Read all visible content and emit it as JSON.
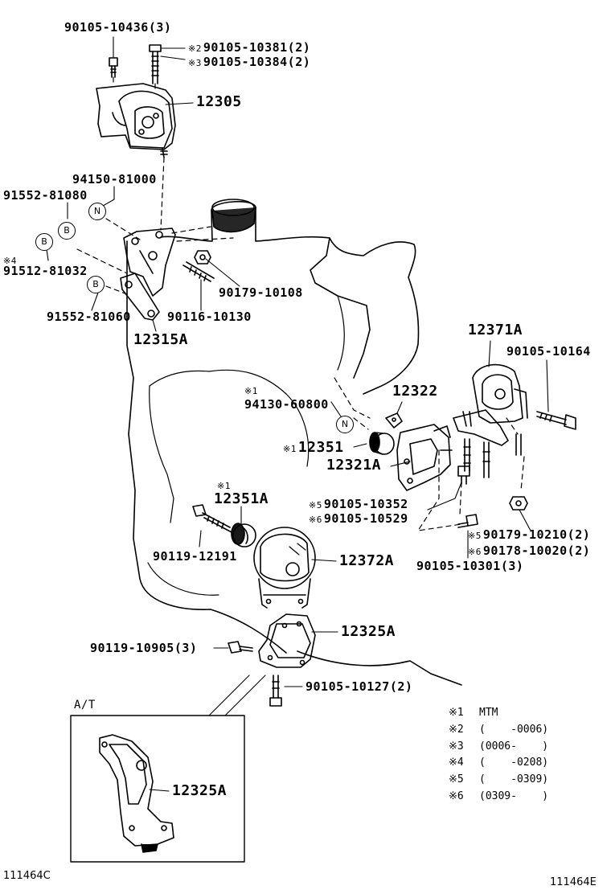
{
  "labels": {
    "p90105_10436": "90105-10436(3)",
    "p90105_10381": "90105-10381(2)",
    "p90105_10384": "90105-10384(2)",
    "p12305": "12305",
    "p94150_81000": "94150-81000",
    "p91552_81080": "91552-81080",
    "p91512_81032": "91512-81032",
    "p90179_10108": "90179-10108",
    "p91552_81060": "91552-81060",
    "p90116_10130": "90116-10130",
    "p12315A": "12315A",
    "p12371A": "12371A",
    "p90105_10164": "90105-10164",
    "p94130_60800": "94130-60800",
    "p12322": "12322",
    "p12351": "12351",
    "p12321A": "12321A",
    "p12351A": "12351A",
    "p90105_10352": "90105-10352",
    "p90105_10529": "90105-10529",
    "p90119_12191": "90119-12191",
    "p12372A": "12372A",
    "p90179_10210": "90179-10210(2)",
    "p90178_10020": "90178-10020(2)",
    "p90105_10301": "90105-10301(3)",
    "p12325A": "12325A",
    "p90119_10905": "90119-10905(3)",
    "p90105_10127": "90105-10127(2)",
    "p12325A_inset": "12325A"
  },
  "marks": {
    "m1": "※1",
    "m2": "※2",
    "m3": "※3",
    "m4": "※4",
    "m5": "※5",
    "m6": "※6"
  },
  "circles": {
    "n": "N",
    "b": "B"
  },
  "inset_title": "A/T",
  "notes": [
    {
      "mark": "※1",
      "text": "MTM"
    },
    {
      "mark": "※2",
      "text": "(    -0006)"
    },
    {
      "mark": "※3",
      "text": "(0006-    )"
    },
    {
      "mark": "※4",
      "text": "(    -0208)"
    },
    {
      "mark": "※5",
      "text": "(    -0309)"
    },
    {
      "mark": "※6",
      "text": "(0309-    )"
    }
  ],
  "codes": {
    "left": "111464C",
    "right": "111464E"
  }
}
